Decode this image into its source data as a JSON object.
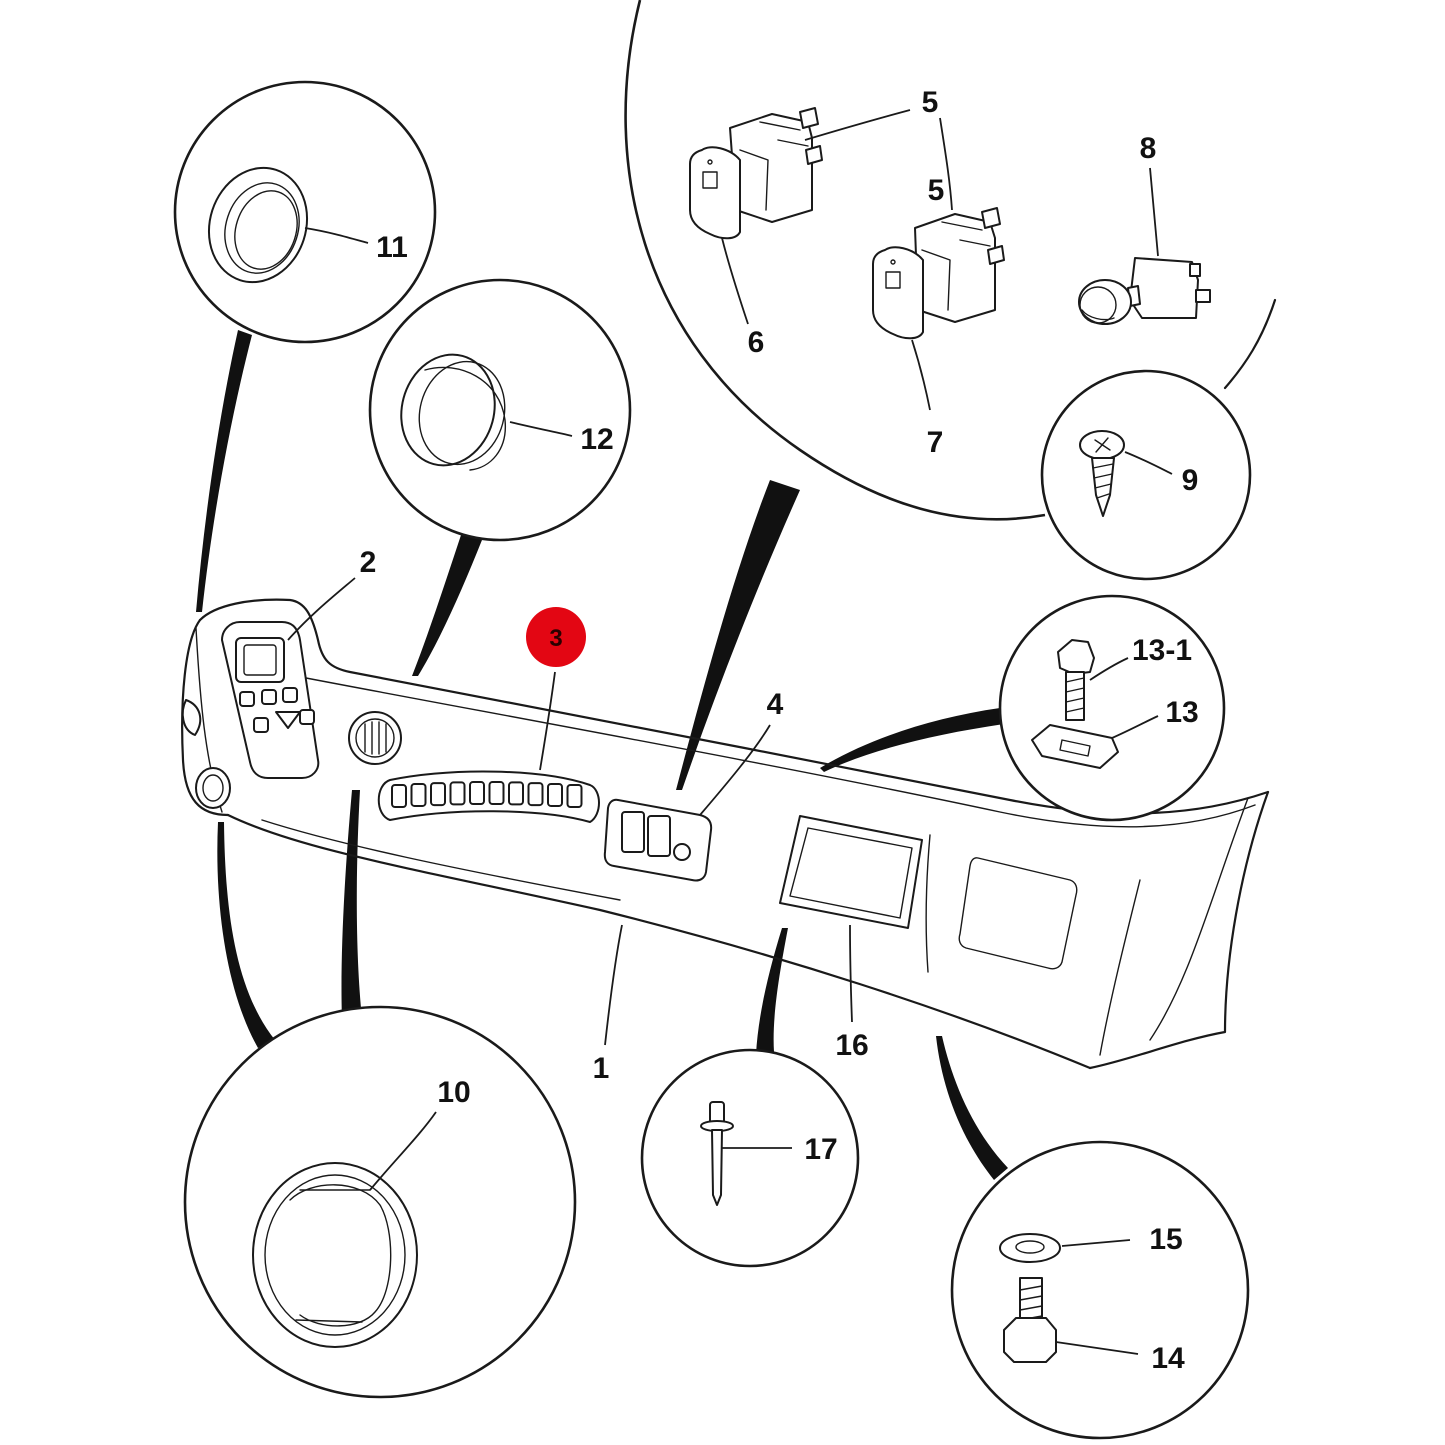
{
  "highlight_color": "#e30613",
  "labels": {
    "l1": "1",
    "l2": "2",
    "l3": "3",
    "l4": "4",
    "l5a": "5",
    "l5b": "5",
    "l6": "6",
    "l7": "7",
    "l8": "8",
    "l9": "9",
    "l10": "10",
    "l11": "11",
    "l12": "12",
    "l13_1": "13-1",
    "l13": "13",
    "l14": "14",
    "l15": "15",
    "l16": "16",
    "l17": "17"
  }
}
